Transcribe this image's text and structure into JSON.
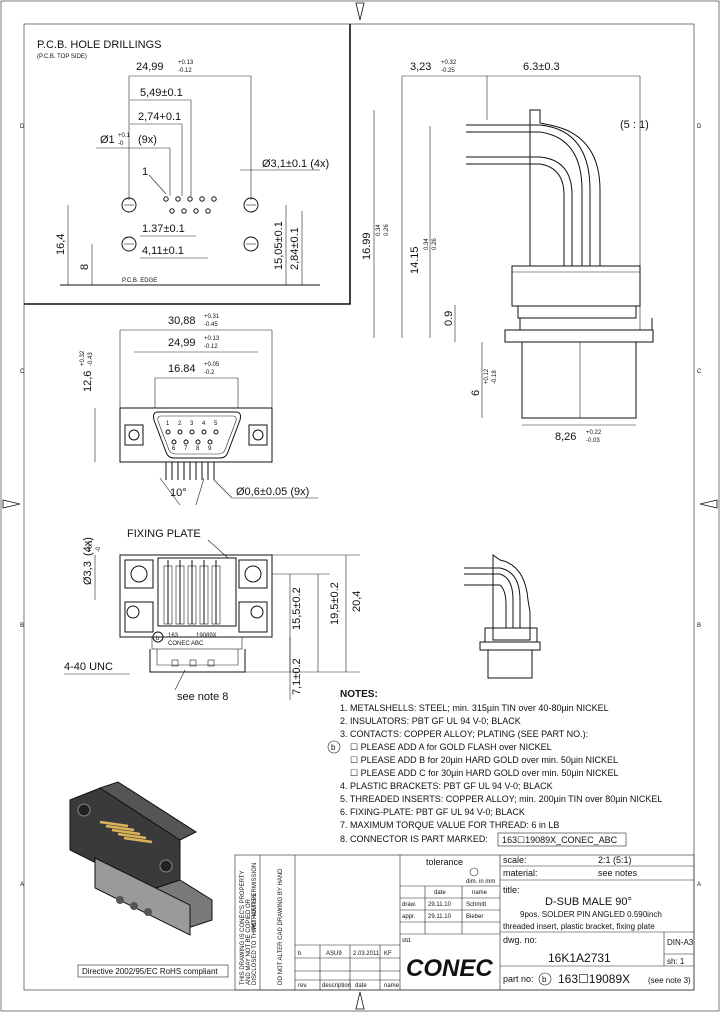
{
  "pcb": {
    "title": "P.C.B. HOLE DRILLINGS",
    "subtitle": "(P.C.B. TOP SIDE)",
    "dim_2499": "24,99",
    "dim_2499_tol": [
      "+0.13",
      "-0.12"
    ],
    "dim_549": "5,49±0.1",
    "dim_274": "2,74+0.1",
    "dim_hole": "Ø1",
    "dim_hole_tol": [
      "+0.1",
      "-0"
    ],
    "dim_hole_count": "(9x)",
    "dim_31": "Ø3,1±0.1 (4x)",
    "pin1": "1",
    "dim_137": "1.37±0.1",
    "dim_411": "4,11±0.1",
    "dim_164": "16,4",
    "dim_8": "8",
    "dim_1505": "15,05±0.1",
    "dim_284": "2,84±0.1",
    "edge": "P.C.B. EDGE"
  },
  "side": {
    "dim_323": "3,23",
    "dim_323_tol": [
      "+0.32",
      "-0.25"
    ],
    "dim_63": "6.3±0.3",
    "scale": "(5 : 1)",
    "dim_1699": "16.99",
    "dim_1699_tol": [
      "0.34",
      "0.26"
    ],
    "dim_1415": "14.15",
    "dim_1415_tol": [
      "0.34",
      "0.26"
    ],
    "dim_09": "0.9",
    "dim_6": "6",
    "dim_6_tol": [
      "+0.12",
      "-0.18"
    ],
    "dim_826": "8,26",
    "dim_826_tol": [
      "+0.22",
      "-0.03"
    ]
  },
  "front": {
    "dim_3088": "30,88",
    "dim_3088_tol": [
      "+0.31",
      "-0.45"
    ],
    "dim_2499": "24,99",
    "dim_2499_tol": [
      "+0.13",
      "-0.12"
    ],
    "dim_1684": "16.84",
    "dim_1684_tol": [
      "+0.05",
      "-0.2"
    ],
    "dim_126": "12,6",
    "dim_126_tol": [
      "+0.32",
      "-0.43"
    ],
    "pins_top": [
      "1",
      "2",
      "3",
      "4",
      "5"
    ],
    "pins_bottom": [
      "6",
      "7",
      "8",
      "9"
    ],
    "dim_10": "10°",
    "dim_06": "Ø0,6±0.05 (9x)"
  },
  "bottom": {
    "fixing_plate": "FIXING PLATE",
    "dim_33": "Ø3,3",
    "dim_33_tol": [
      "+0.1",
      "-0"
    ],
    "dim_33_count": "(4x)",
    "dim_155": "15,5±0.2",
    "dim_195": "19,5±0.2",
    "dim_204": "20,4",
    "dim_71": "7,1±0.2",
    "unc": "4-40 UNC",
    "label_b": "b",
    "label_1": "163",
    "label_2": "19089X",
    "label_3": "CONEC ABC",
    "see_note": "see note 8"
  },
  "notes": {
    "title": "NOTES:",
    "items": [
      "1. METALSHELLS: STEEL; min. 315µin TIN over 40-80µin NICKEL",
      "2. INSULATORS: PBT GF UL 94 V-0; BLACK",
      "3. CONTACTS: COPPER ALLOY; PLATING (SEE PART NO.):",
      "☐ PLEASE ADD A for GOLD FLASH over NICKEL",
      "☐ PLEASE ADD B for 20µin HARD GOLD over min. 50µin NICKEL",
      "☐ PLEASE ADD C for 30µin HARD GOLD over min. 50µin NICKEL",
      "4. PLASTIC BRACKETS: PBT GF UL 94 V-0; BLACK",
      "5. THREADED INSERTS: COPPER ALLOY; min. 200µin TIN over 80µin NICKEL",
      "6. FIXING-PLATE: PBT GF UL 94 V-0; BLACK",
      "7. MAXIMUM TORQUE VALUE FOR THREAD: 6 in LB",
      "8. CONNECTOR IS PART MARKED:"
    ],
    "marker_b": "b",
    "part_mark": "163☐19089X_CONEC_ABC"
  },
  "rohs": "Directive 2002/95/EC RoHS compliant",
  "titleblock": {
    "tolerance": "tolerance",
    "dim_unit": "dim. in mm",
    "scale_label": "scale:",
    "scale_value": "2:1 (5:1)",
    "material_label": "material:",
    "material_value": "see notes",
    "date_head": "date",
    "name_head": "name",
    "drawn_label": "draw.",
    "drawn_date": "29.11.10",
    "drawn_name": "Schmitt",
    "appr_label": "appr.",
    "appr_date": "29.11.10",
    "appr_name": "Bieber",
    "std_label": "std.",
    "title_label": "title:",
    "title_main": "D-SUB MALE 90°",
    "title_sub1": "9pos. SOLDER PIN ANGLED 0.590inch",
    "title_sub2": "threaded insert, plastic bracket, fixing plate",
    "dwg_label": "dwg. no:",
    "dwg_no": "16K1A2731",
    "size": "DIN-A3",
    "sheet": "sh: 1",
    "part_label": "part no:",
    "part_b": "b",
    "part_no": "163☐19089X",
    "part_note": "(see note 3)",
    "rev_b": "b",
    "rev_text": "ASU9",
    "rev_date": "2.03.2011",
    "rev_name": "KF",
    "rev_head_rev": "rev.",
    "rev_head_desc": "description",
    "rev_head_date": "date",
    "rev_head_name": "name",
    "logo": "CONEC",
    "vert_cad": "DO NOT ALTER CAD DRAWING BY HAND",
    "vert_copy": [
      "THIS DRAWING IS CONEC'S PROPERTY",
      "AND MAY NOT BE COPIED OR",
      "DISCLOSED TO THIRD PARTIES",
      "WITHOUT PERMISSION"
    ]
  },
  "border": {
    "left_letters": [
      "D",
      "C",
      "B",
      "A"
    ],
    "right_letters": [
      "D",
      "C",
      "B",
      "A"
    ]
  }
}
